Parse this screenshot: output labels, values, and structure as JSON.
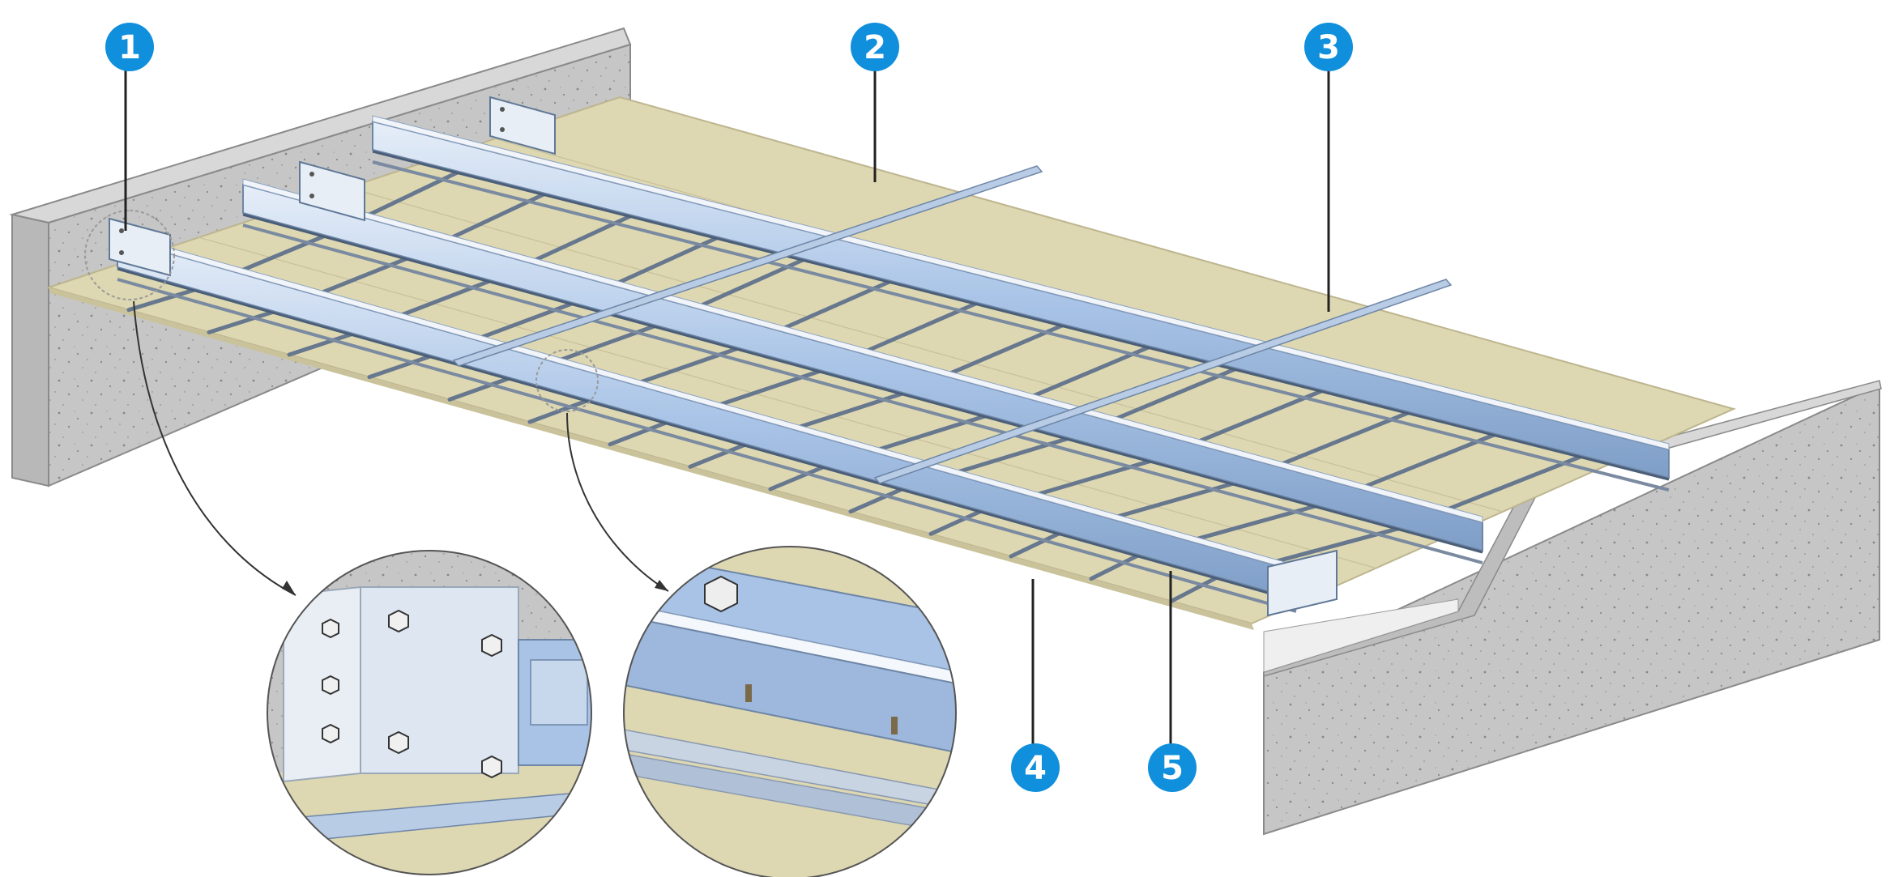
{
  "colors": {
    "background": "#ffffff",
    "concrete": "#c4c4c4",
    "concrete_dark": "#9e9e9e",
    "board": "#ddd7b2",
    "board_edge": "#bdb58e",
    "profile_blue": "#a8c3e6",
    "profile_light": "#dde9f5",
    "profile_dark": "#5f7897",
    "callout": "#0f8fdc",
    "leader": "#222222"
  },
  "callouts": [
    {
      "id": "1",
      "label": "1"
    },
    {
      "id": "2",
      "label": "2"
    },
    {
      "id": "3",
      "label": "3"
    },
    {
      "id": "4",
      "label": "4"
    },
    {
      "id": "5",
      "label": "5"
    }
  ],
  "icons": {
    "wall_bracket": "wall-bracket-icon",
    "bolt": "hex-bolt-icon"
  }
}
